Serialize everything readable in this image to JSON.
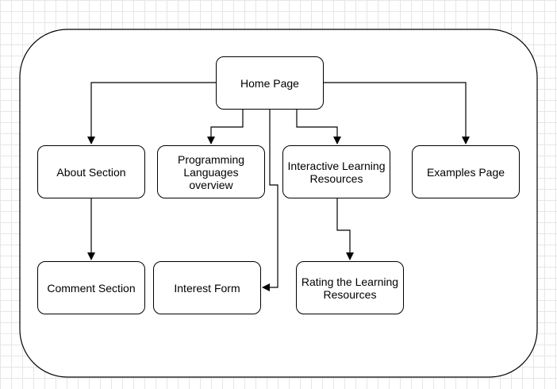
{
  "diagram": {
    "nodes": {
      "home": "Home Page",
      "about": "About Section",
      "programming_line1": "Programming",
      "programming_line2": "Languages overview",
      "interactive_line1": "Interactive Learning",
      "interactive_line2": "Resources",
      "examples": "Examples Page",
      "comment": "Comment Section",
      "interest": "Interest Form",
      "rating_line1": "Rating the Learning",
      "rating_line2": "Resources"
    },
    "edges": [
      {
        "from": "Home Page",
        "to": "About Section"
      },
      {
        "from": "Home Page",
        "to": "Programming Languages overview"
      },
      {
        "from": "Home Page",
        "to": "Interest Form"
      },
      {
        "from": "Home Page",
        "to": "Interactive Learning Resources"
      },
      {
        "from": "Home Page",
        "to": "Examples Page"
      },
      {
        "from": "About Section",
        "to": "Comment Section"
      },
      {
        "from": "Interactive Learning Resources",
        "to": "Rating the Learning Resources"
      }
    ]
  }
}
